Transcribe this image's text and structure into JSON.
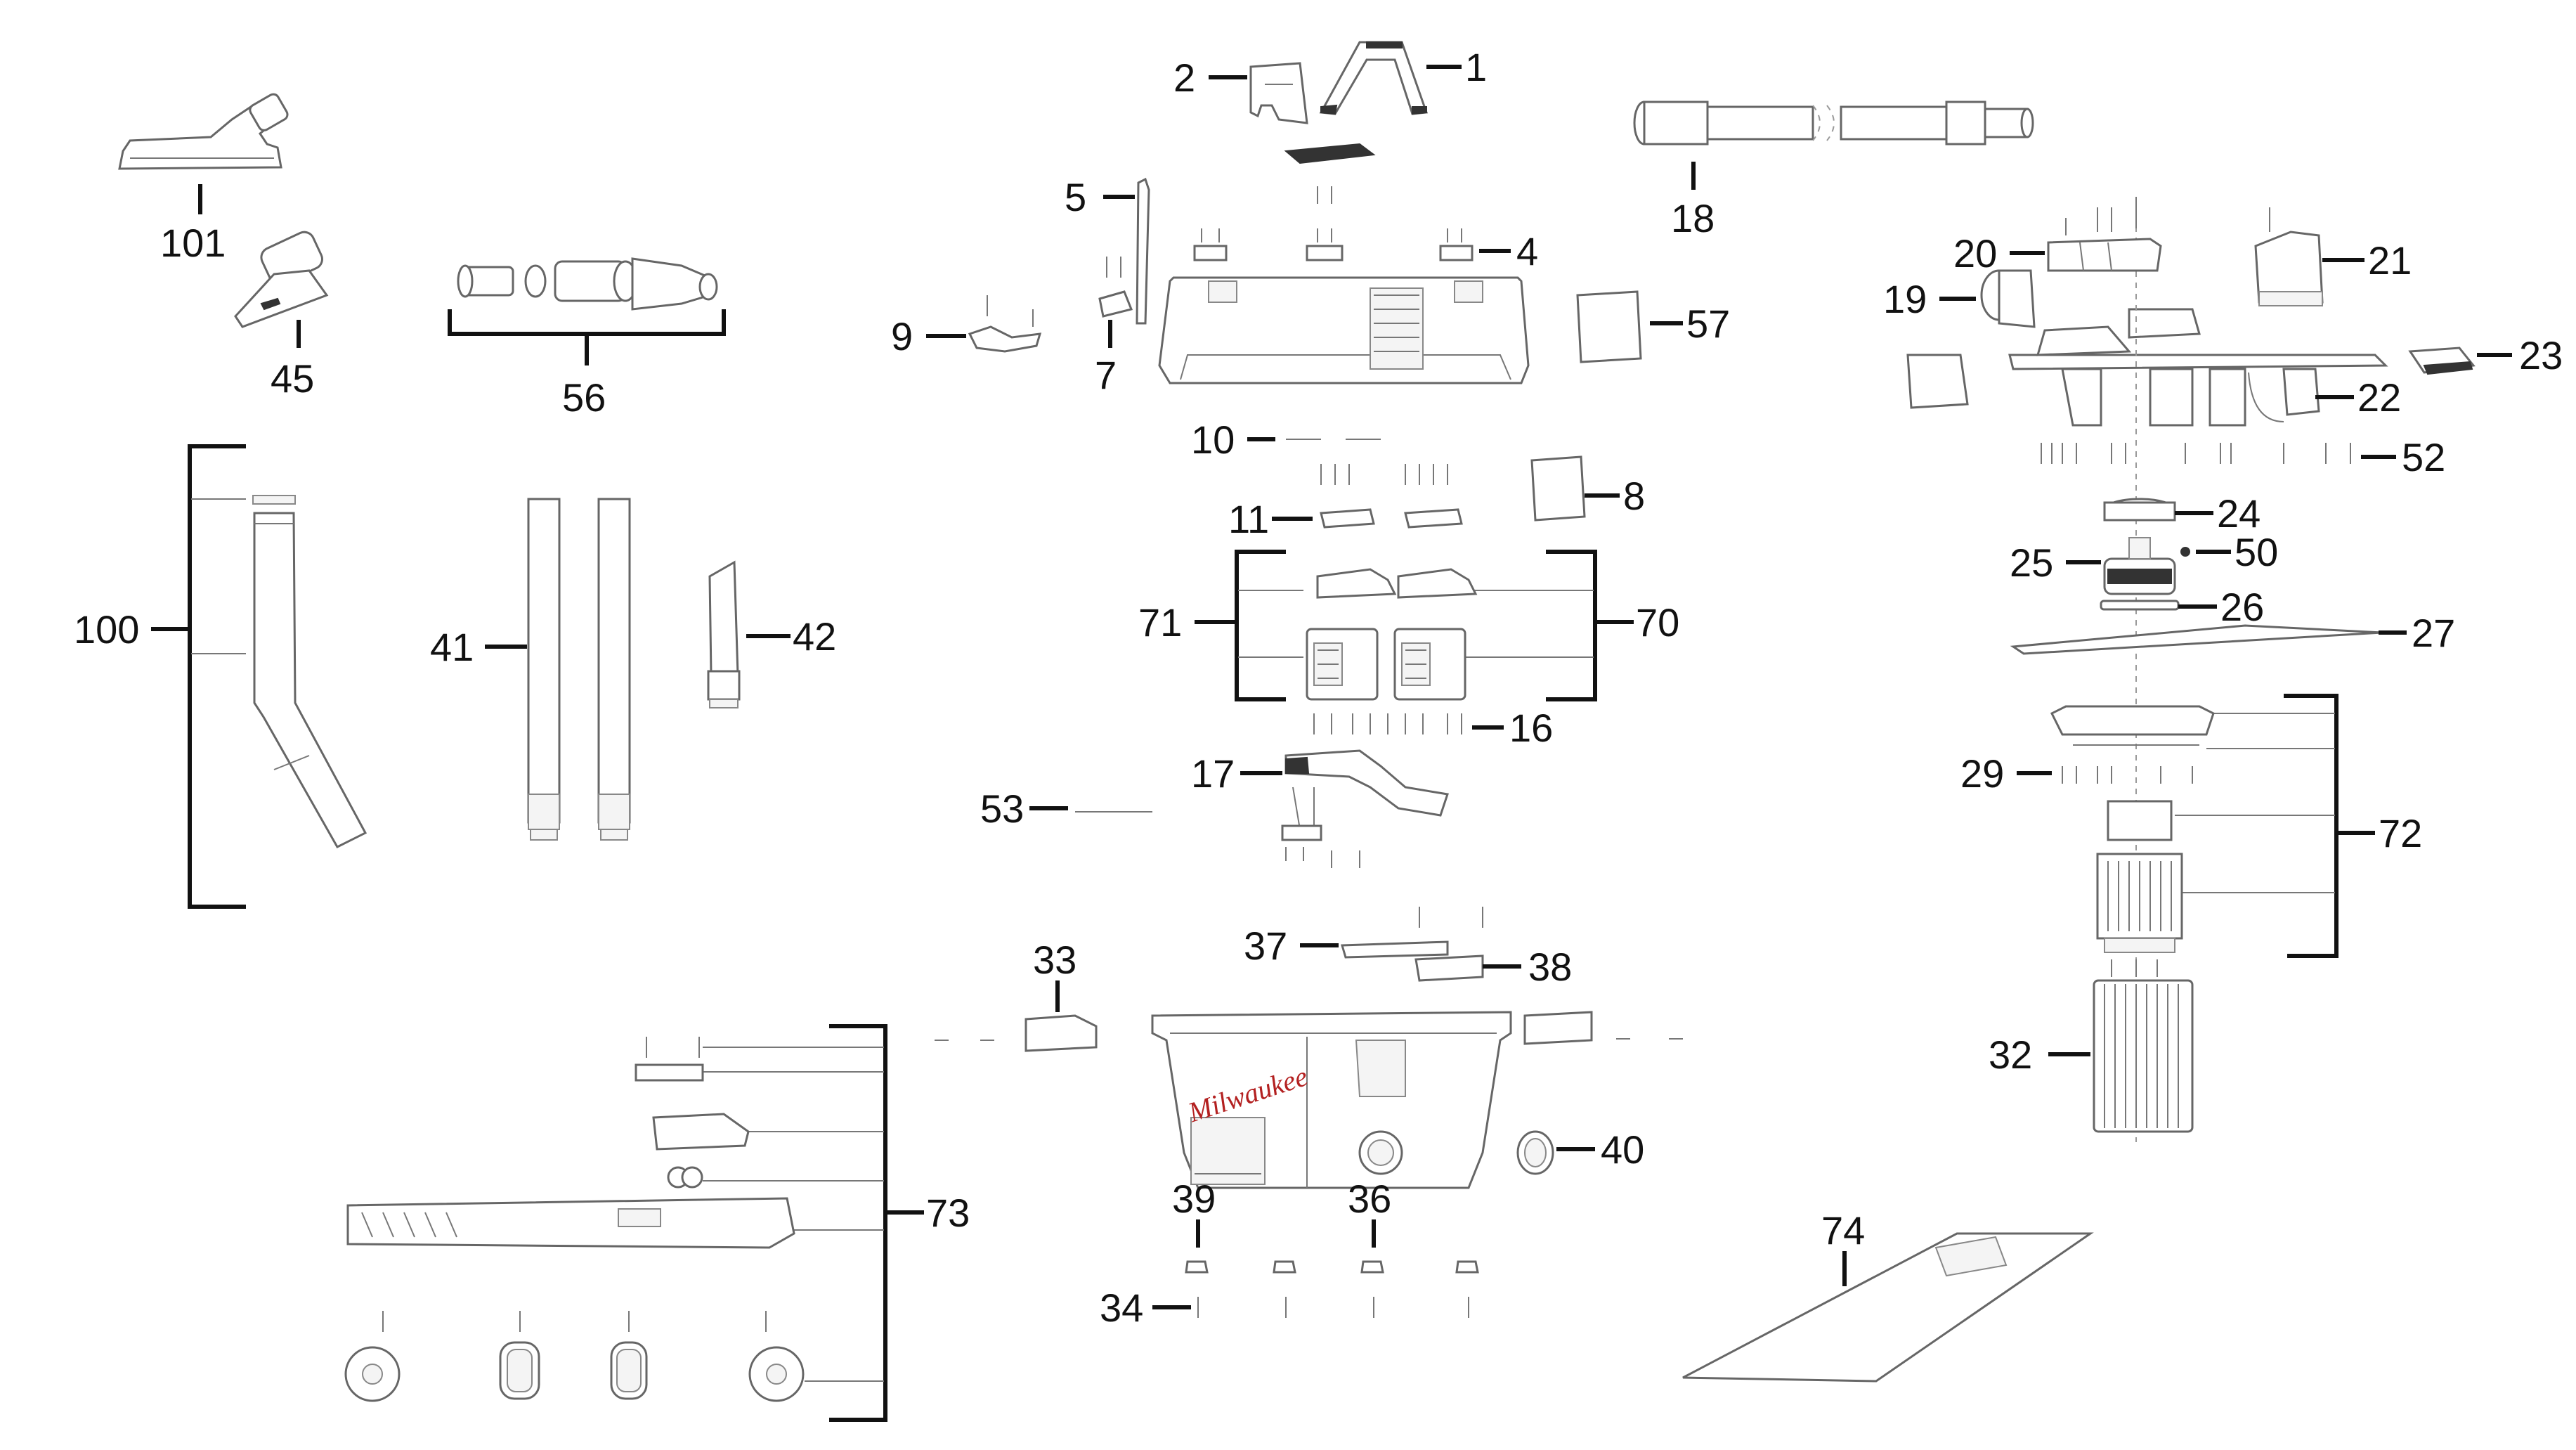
{
  "diagram": {
    "labels": [
      "101",
      "45",
      "56",
      "100",
      "41",
      "42",
      "2",
      "1",
      "5",
      "4",
      "9",
      "7",
      "57",
      "10",
      "8",
      "11",
      "71",
      "70",
      "16",
      "17",
      "53",
      "18",
      "20",
      "21",
      "19",
      "23",
      "22",
      "52",
      "24",
      "25",
      "50",
      "26",
      "27",
      "29",
      "72",
      "32",
      "33",
      "37",
      "38",
      "73",
      "40",
      "39",
      "36",
      "34",
      "74"
    ],
    "brand_text": "Milwaukee"
  }
}
